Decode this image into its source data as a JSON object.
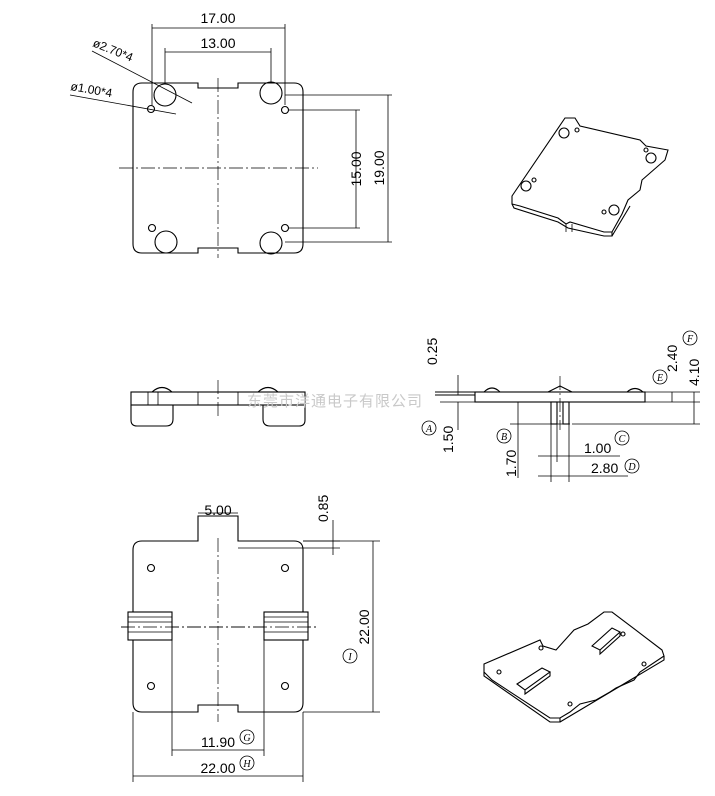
{
  "top_view": {
    "dim_17": "17.00",
    "dim_13": "13.00",
    "dim_hole_large": "ø2.70*4",
    "dim_hole_small": "ø1.00*4",
    "dim_15": "15.00",
    "dim_19": "19.00"
  },
  "side_view": {
    "dim_025": "0.25",
    "dim_150": "1.50",
    "dim_170": "1.70",
    "dim_100": "1.00",
    "dim_280": "2.80",
    "dim_240": "2.40",
    "dim_410": "4.10",
    "marker_a": "A",
    "marker_b": "B",
    "marker_c": "C",
    "marker_d": "D",
    "marker_e": "E",
    "marker_f": "F",
    "watermark": "东莞市洋通电子有限公司"
  },
  "bottom_view": {
    "dim_500": "5.00",
    "dim_085": "0.85",
    "dim_2200_v": "22.00",
    "dim_1190": "11.90",
    "dim_2200_h": "22.00",
    "marker_g": "G",
    "marker_h": "H",
    "marker_i": "I"
  }
}
